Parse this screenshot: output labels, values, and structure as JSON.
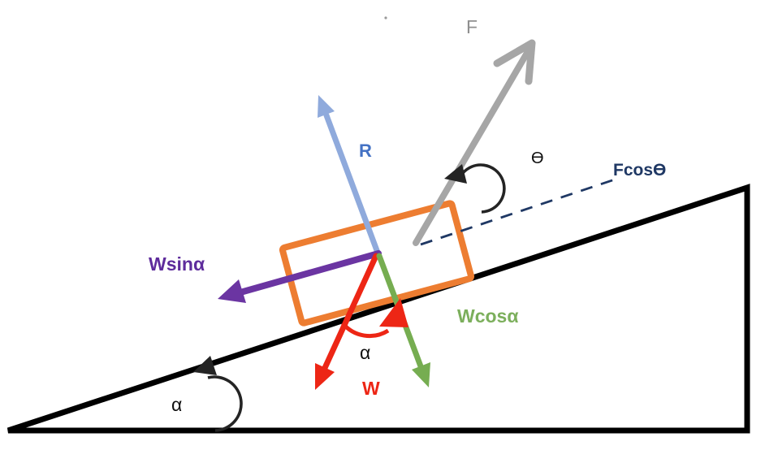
{
  "diagram": {
    "type": "free-body-diagram",
    "description": "Block resting on an inclined plane with applied force F at angle theta to the slope; weight W resolved into Wsin-alpha along the plane and Wcos-alpha perpendicular to it; normal reaction R; incline angle alpha",
    "labels": {
      "f": "F",
      "r": "R",
      "theta": "ϴ",
      "fcos_theta": "Fcosϴ",
      "w_sin_alpha": "Wsinα",
      "w_cos_alpha": "Wcosα",
      "w": "W",
      "alpha_w": "α",
      "alpha_base": "α"
    },
    "colors": {
      "black": "#000000",
      "orange": "#ED7D31",
      "blue": "#8FAADC",
      "blue-text": "#4472C4",
      "gray": "#A6A6A6",
      "gray-text": "#8F8F8F",
      "navy": "#1F3864",
      "purple": "#6B35A2",
      "purple-text": "#5E2C9C",
      "red": "#ED2615",
      "green": "#76AD51",
      "green-text": "#7CAF5C",
      "angle": "#242424"
    }
  }
}
